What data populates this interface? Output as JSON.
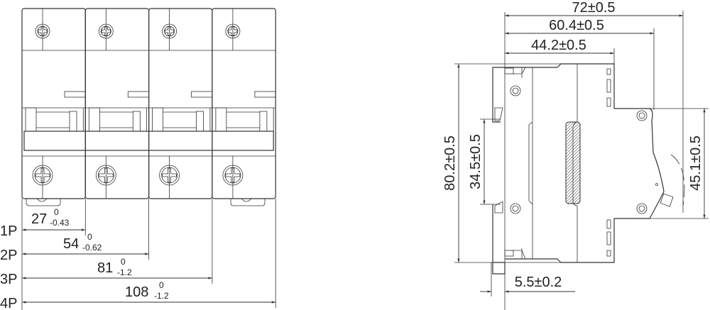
{
  "front_view": {
    "poles": 4,
    "dimensions": [
      {
        "label": "1P",
        "nominal": "27",
        "upper": "0",
        "lower": "-0.43"
      },
      {
        "label": "2P",
        "nominal": "54",
        "upper": "0",
        "lower": "-0.62"
      },
      {
        "label": "3P",
        "nominal": "81",
        "upper": "0",
        "lower": "-1.2"
      },
      {
        "label": "4P",
        "nominal": "108",
        "upper": "0",
        "lower": "-1.2"
      }
    ]
  },
  "side_view": {
    "width_total": "72±0.5",
    "width_handle": "60.4±0.5",
    "width_body": "44.2±0.5",
    "height_total": "80.2±0.5",
    "height_rail": "34.5±0.5",
    "height_front": "45.1±0.5",
    "rail_depth": "5.5±0.2"
  }
}
